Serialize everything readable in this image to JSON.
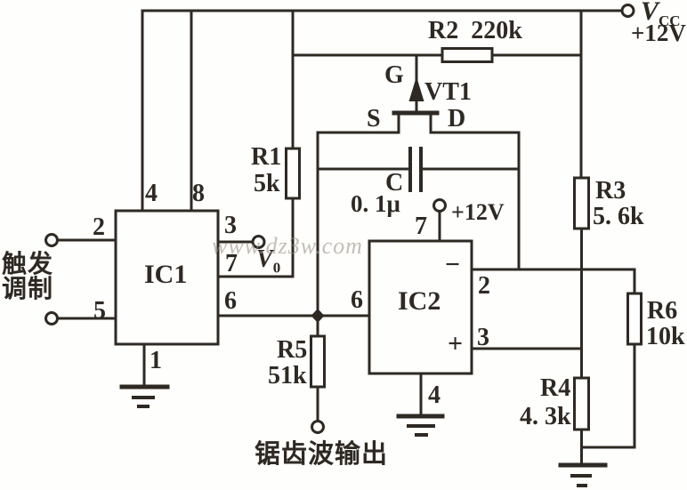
{
  "page": {
    "ink": "#2e2923",
    "background": "#fefefd"
  },
  "power": {
    "vcc": "V",
    "vcc_sub": "CC",
    "vcc_value": "+12V"
  },
  "ic1": {
    "label": "IC1",
    "pin4": "4",
    "pin8": "8",
    "pin2": "2",
    "pin5": "5",
    "pin3": "3",
    "pin7": "7",
    "pin6": "6",
    "pin1": "1"
  },
  "ic2": {
    "label": "IC2",
    "pin7": "7",
    "pin7_supply": "+12V",
    "pin6": "6",
    "pin2": "2",
    "pin3": "3",
    "pin4": "4",
    "minus": "−",
    "plus": "+"
  },
  "transistor": {
    "label": "VT1",
    "gate": "G",
    "source": "S",
    "drain": "D"
  },
  "capacitor": {
    "label": "C",
    "value": "0. 1μ"
  },
  "resistors": {
    "r1": {
      "label": "R1",
      "value": "5k"
    },
    "r2": {
      "label": "R2  220k"
    },
    "r3": {
      "label": "R3",
      "value": "5. 6k"
    },
    "r4": {
      "label": "R4",
      "value": "4. 3k"
    },
    "r5": {
      "label": "R5",
      "value": "51k"
    },
    "r6": {
      "label": "R6",
      "value": "10k"
    }
  },
  "io": {
    "input_line1": "触发",
    "input_line2": "调制",
    "output": "锯齿波输出",
    "v0": "V",
    "v0_sub": "0"
  },
  "watermark": "www.dz3w.com"
}
